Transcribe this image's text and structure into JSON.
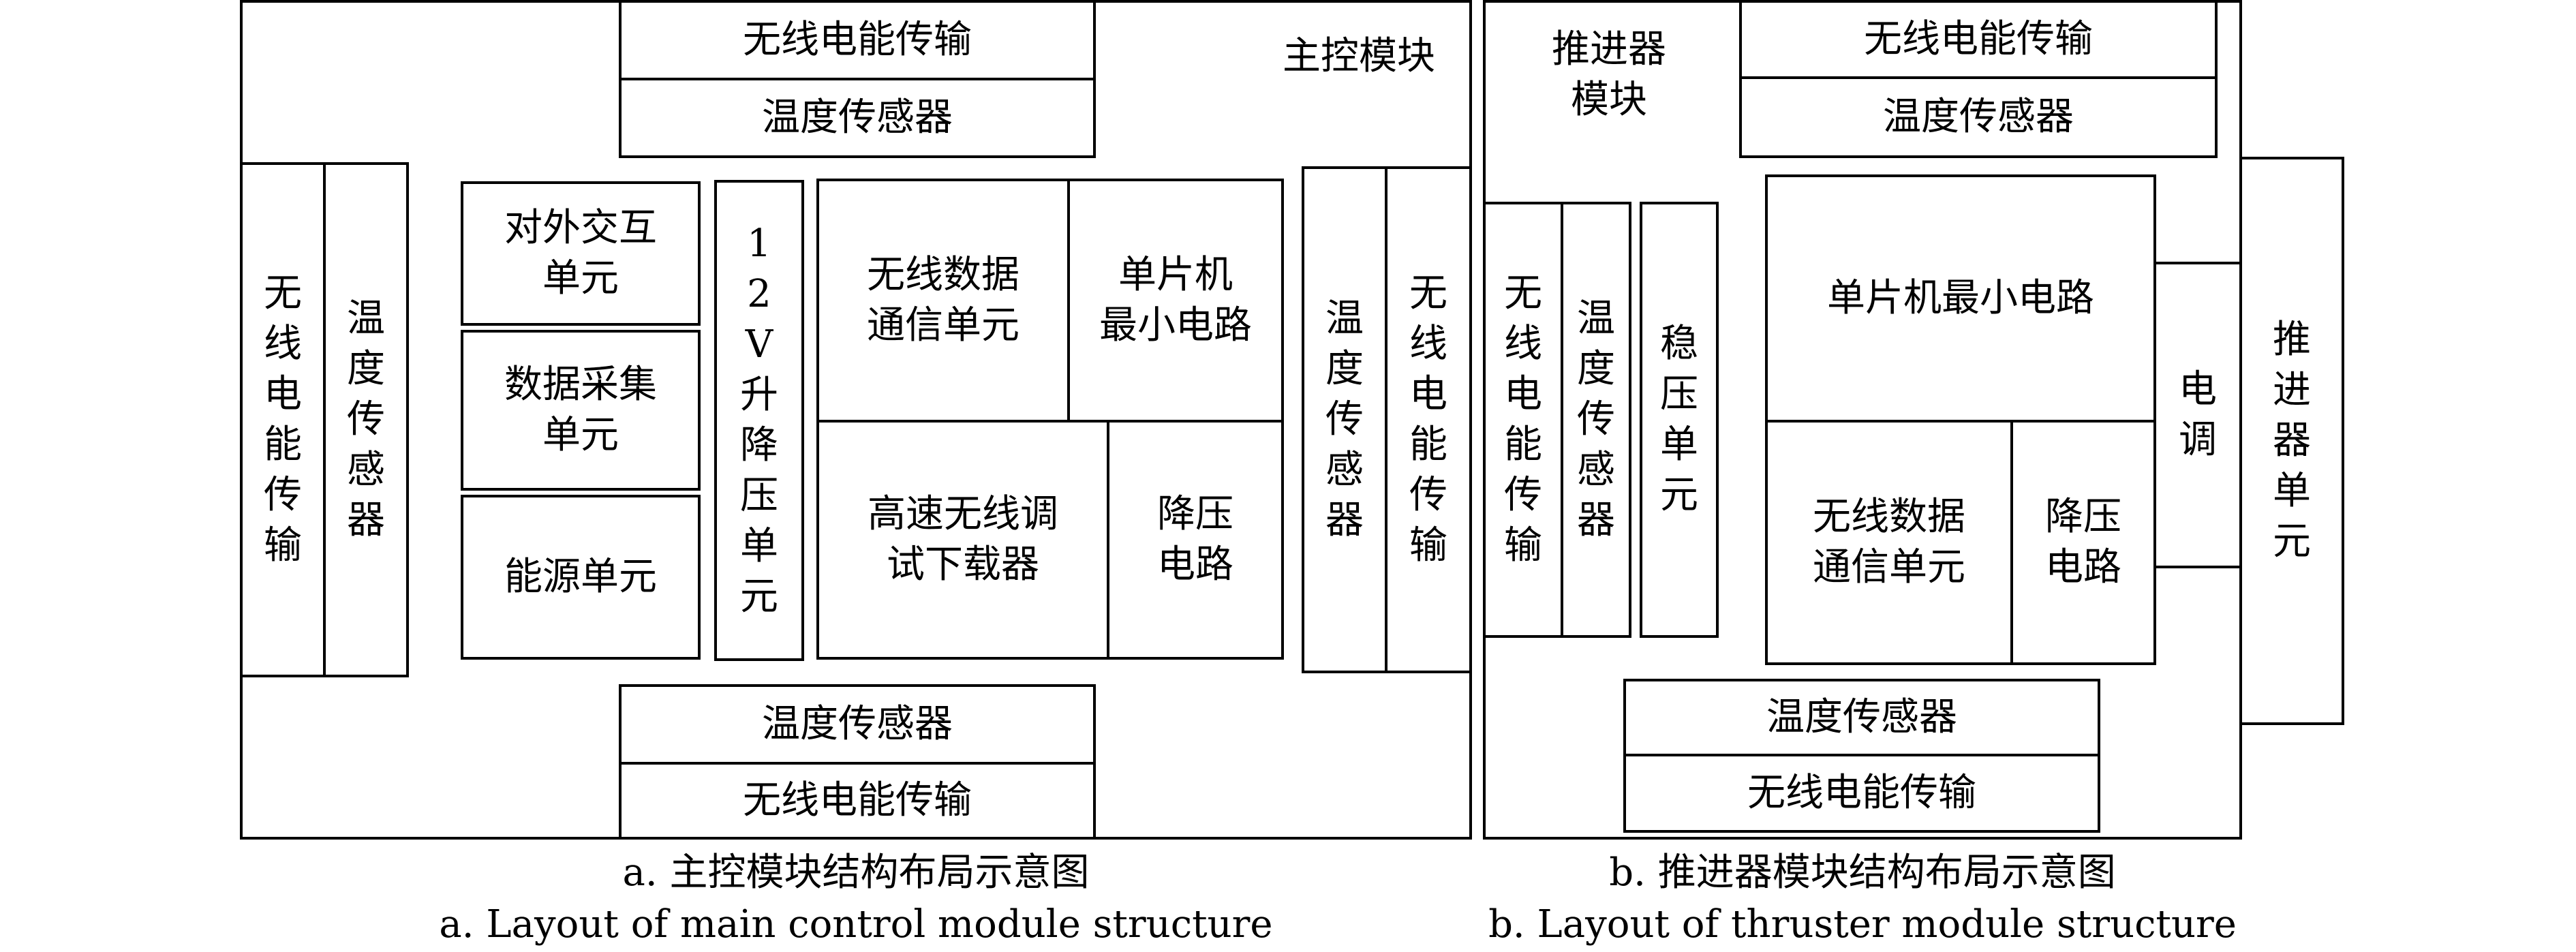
{
  "panel_a": {
    "module_title": "主控模块",
    "top_wireless_power": "无线电能传输",
    "top_temp_sensor": "温度传感器",
    "left_wireless_power": "无线电能传输",
    "left_temp_sensor": "温度传感器",
    "interaction_unit": "对外交互\n单元",
    "data_acquisition_unit": "数据采集\n单元",
    "energy_unit": "能源单元",
    "buck_boost_unit": "12V升降压单元",
    "wireless_comm_unit": "无线数据\n通信单元",
    "mcu_min_circuit": "单片机\n最小电路",
    "debug_downloader": "高速无线调\n试下载器",
    "buck_circuit": "降压\n电路",
    "right_temp_sensor": "温度传感器",
    "right_wireless_power": "无线电能传输",
    "bottom_temp_sensor": "温度传感器",
    "bottom_wireless_power": "无线电能传输",
    "caption_cn": "a. 主控模块结构布局示意图",
    "caption_en": "a. Layout of main control module structure"
  },
  "panel_b": {
    "module_title": "推进器\n模块",
    "top_wireless_power": "无线电能传输",
    "top_temp_sensor": "温度传感器",
    "left_wireless_power": "无线电能传输",
    "left_temp_sensor": "温度传感器",
    "regulator_unit": "稳压单元",
    "mcu_min_circuit": "单片机最小电路",
    "wireless_comm_unit": "无线数据\n通信单元",
    "buck_circuit": "降压\n电路",
    "esc": "电调",
    "thruster_unit": "推进器单元",
    "bottom_temp_sensor": "温度传感器",
    "bottom_wireless_power": "无线电能传输",
    "caption_cn": "b. 推进器模块结构布局示意图",
    "caption_en": "b. Layout of thruster module structure"
  }
}
